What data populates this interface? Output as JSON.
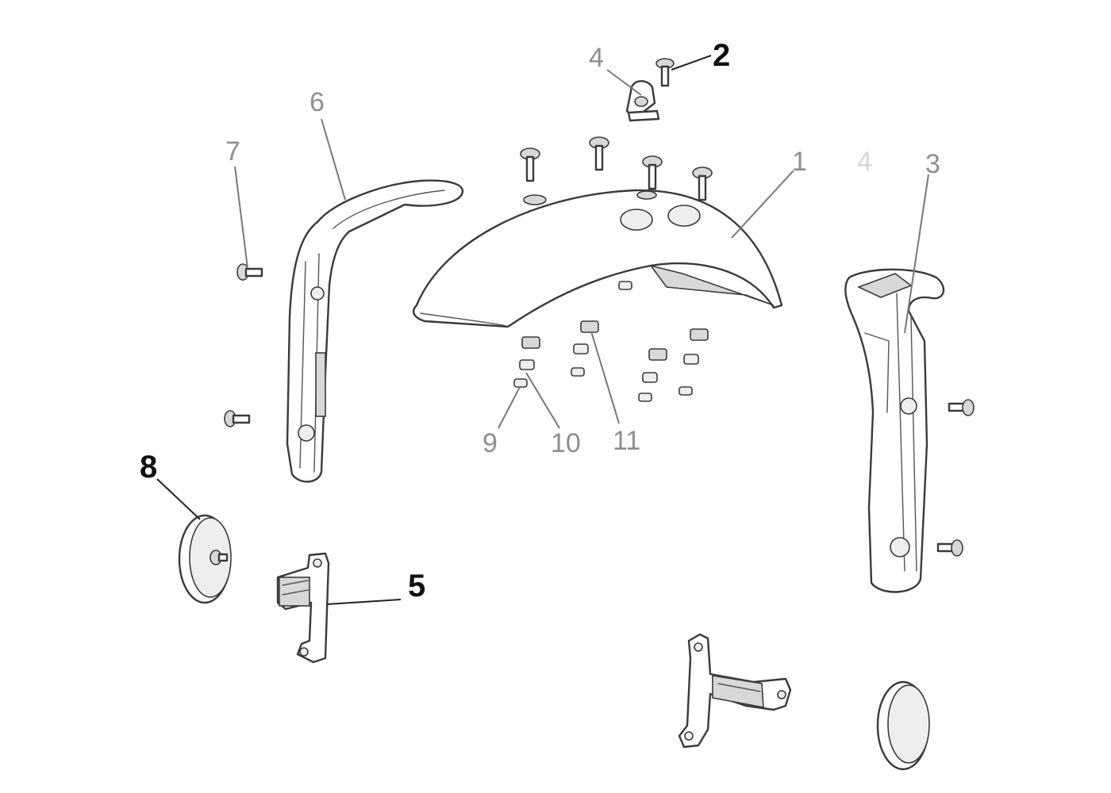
{
  "diagram": {
    "callouts": [
      {
        "id": "1",
        "text": "1"
      },
      {
        "id": "2",
        "text": "2"
      },
      {
        "id": "3",
        "text": "3"
      },
      {
        "id": "4",
        "text": "4"
      },
      {
        "id": "4b",
        "text": "4"
      },
      {
        "id": "5",
        "text": "5"
      },
      {
        "id": "6",
        "text": "6"
      },
      {
        "id": "7",
        "text": "7"
      },
      {
        "id": "8",
        "text": "8"
      },
      {
        "id": "9",
        "text": "9"
      },
      {
        "id": "10",
        "text": "10"
      },
      {
        "id": "11",
        "text": "11"
      }
    ]
  },
  "colors": {
    "line": "#3a3a3a",
    "callout_light": "#8e8e8e",
    "callout_dark": "#111111"
  }
}
